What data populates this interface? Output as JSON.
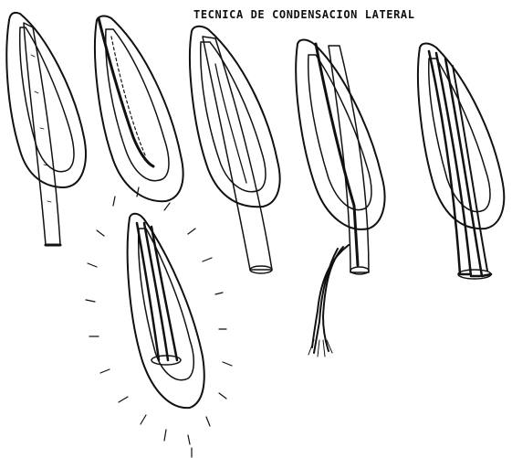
{
  "title": "TECNICA DE CONDENSACION LATERAL",
  "colors": {
    "ink": "#111111",
    "background": "#ffffff"
  },
  "figures": [
    {
      "name": "step-1-gutta-cone"
    },
    {
      "name": "step-2-spreader"
    },
    {
      "name": "step-3-accessory-cone"
    },
    {
      "name": "step-4-cut-excess"
    },
    {
      "name": "step-5-final-obturation"
    },
    {
      "name": "step-6-vertical-compaction"
    }
  ]
}
